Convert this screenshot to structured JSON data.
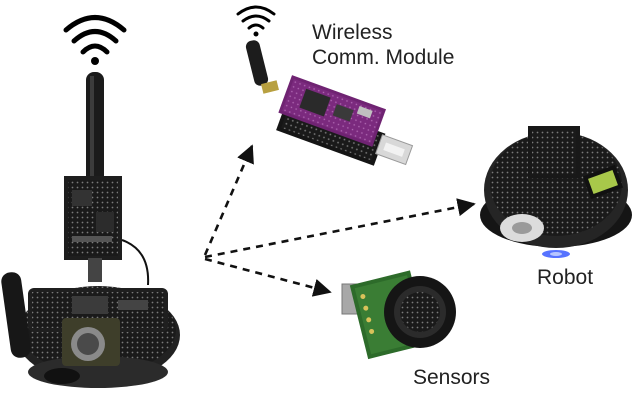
{
  "labels": {
    "wireless_line1": "Wireless",
    "wireless_line2": "Comm. Module",
    "robot": "Robot",
    "sensors": "Sensors"
  },
  "colors": {
    "arrow": "#111111",
    "pcb_purple": "#7b2a7e",
    "pcb_dark": "#1e1e1e",
    "robot_body": "#2a2a2a",
    "sensor_green": "#2d6b2a",
    "led_blue": "#3a5bff",
    "lcd_green": "#a8c84a"
  },
  "icons": [
    "wifi-icon",
    "wifi-icon-small"
  ]
}
